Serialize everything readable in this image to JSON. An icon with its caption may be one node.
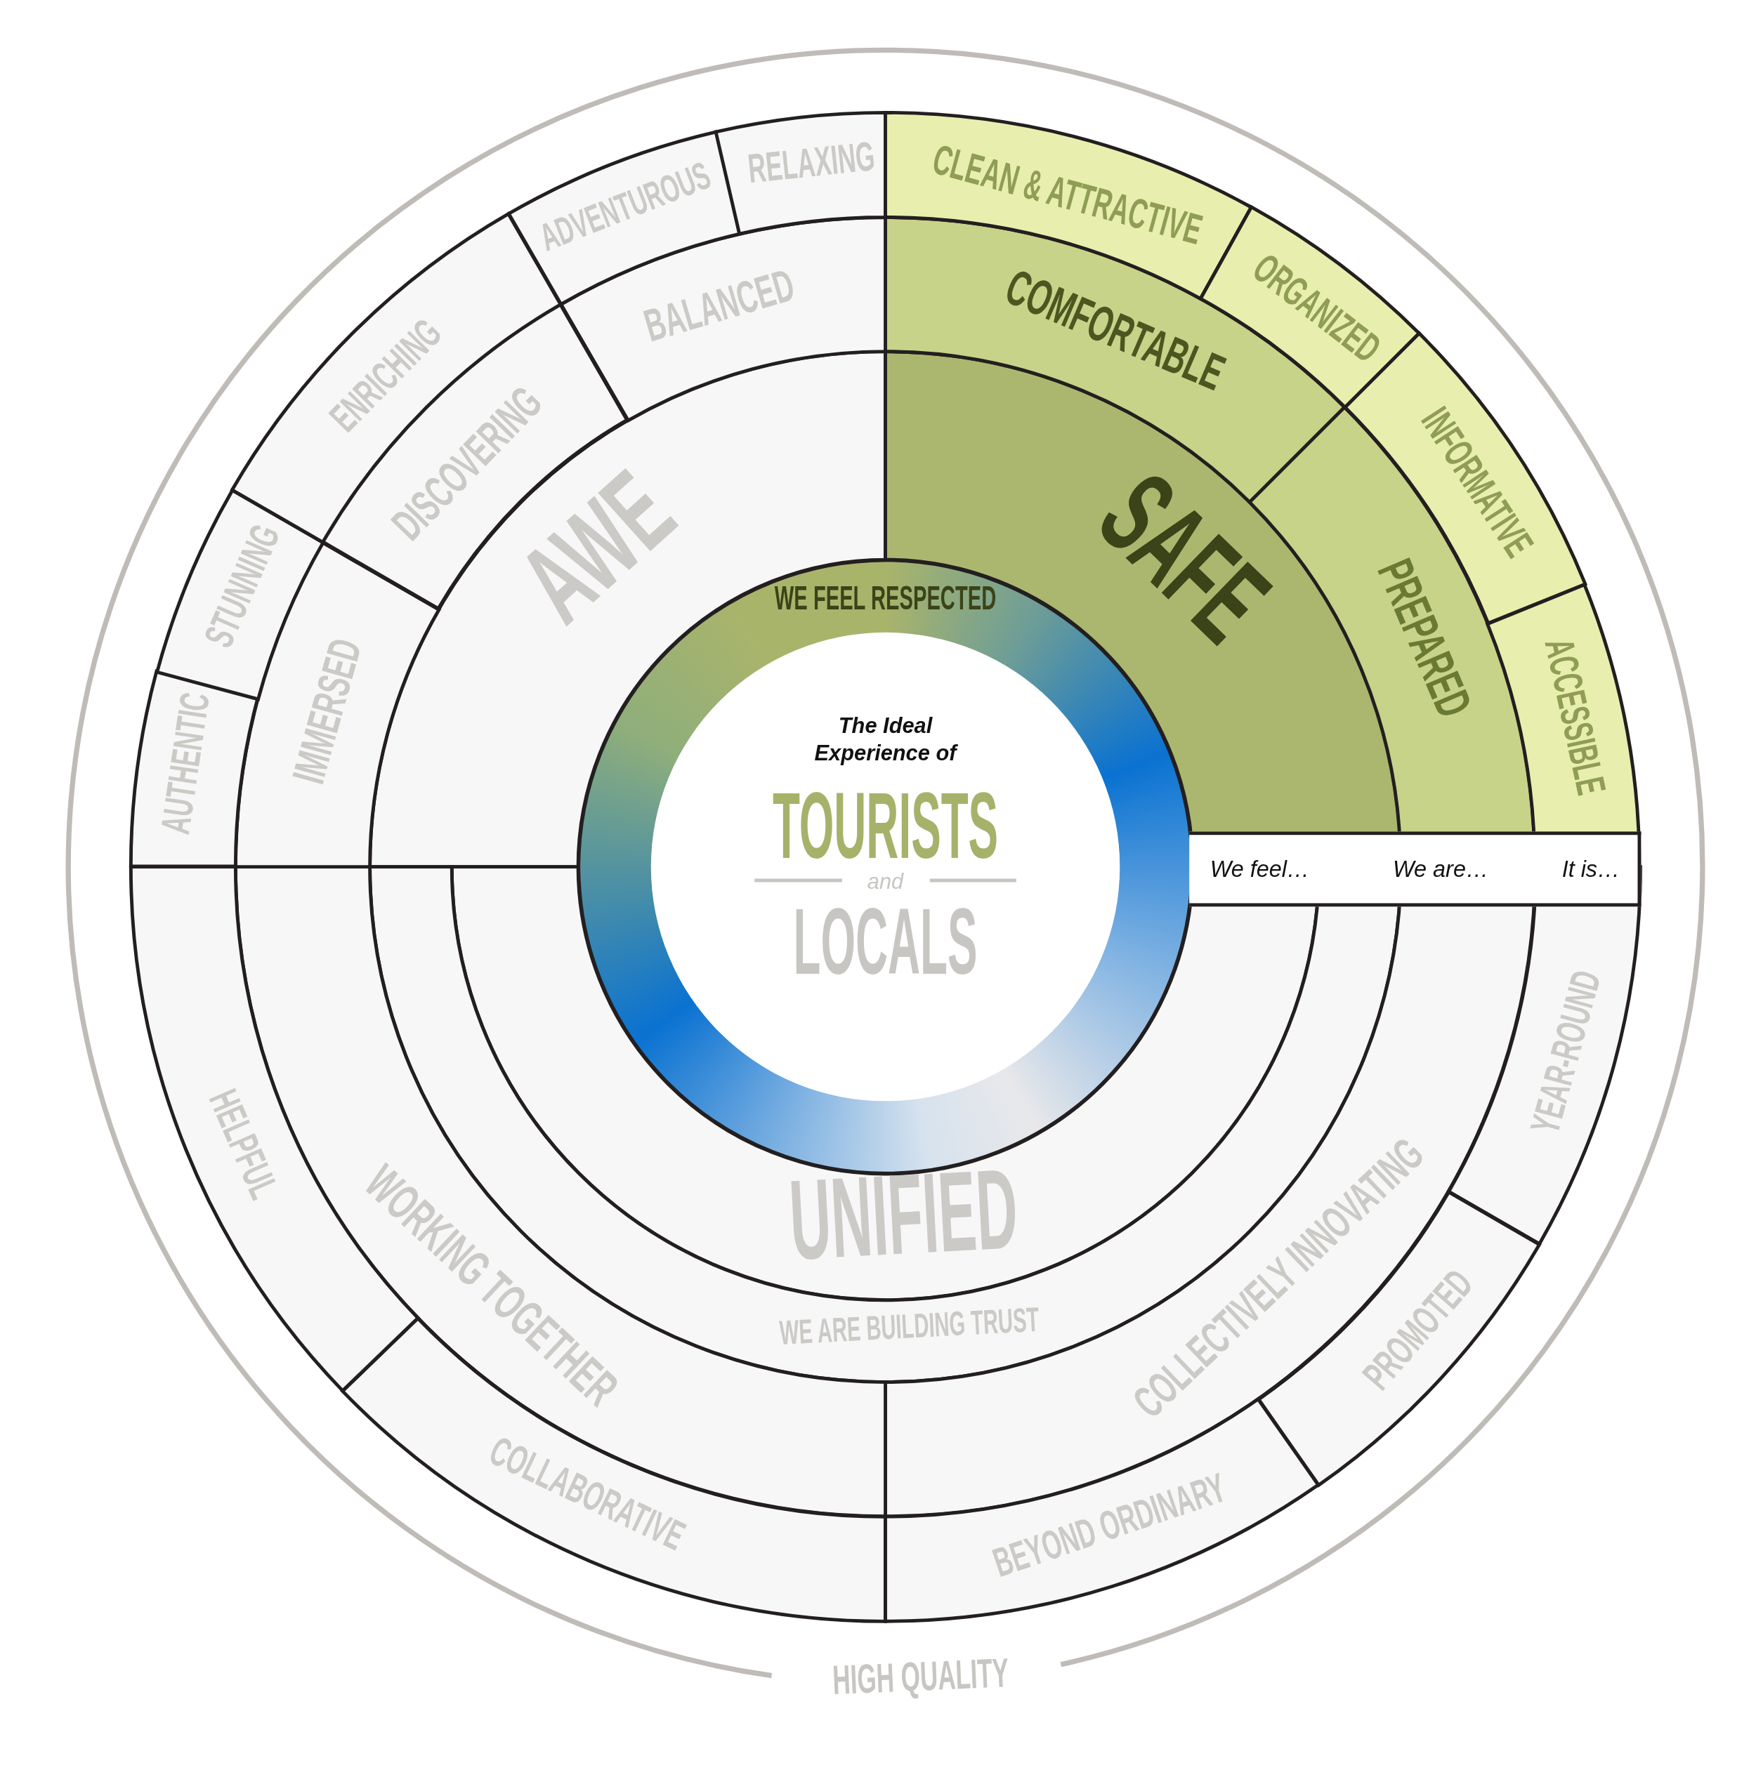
{
  "diagram": {
    "nodes": [
      {
        "text": [
          "The Ideal Experience of",
          "TOURISTS",
          "and",
          "LOCALS"
        ],
        "in": 1
      },
      {
        "text": [
          "WE FEEL RESPECTED"
        ]
      },
      {
        "text": [
          "AWE"
        ]
      },
      {
        "text": [
          "SAFE"
        ]
      },
      {
        "text": [
          "UNIFIED"
        ]
      },
      {
        "text": [
          "WE ARE BUILDING TRUST"
        ]
      },
      {
        "text": [
          "IMMERSED"
        ]
      },
      {
        "text": [
          "DISCOVERING"
        ]
      },
      {
        "text": [
          "BALANCED"
        ]
      },
      {
        "text": [
          "COMFORTABLE"
        ]
      },
      {
        "text": [
          "PREPARED"
        ]
      },
      {
        "text": [
          "COLLECTIVELY INNOVATING"
        ]
      },
      {
        "text": [
          "WORKING TOGETHER"
        ]
      },
      {
        "text": [
          "AUTHENTIC"
        ]
      },
      {
        "text": [
          "STUNNING"
        ]
      },
      {
        "text": [
          "ENRICHING"
        ]
      },
      {
        "text": [
          "ADVENTUROUS"
        ]
      },
      {
        "text": [
          "RELAXING"
        ]
      },
      {
        "text": [
          "CLEAN & ATTRACTIVE"
        ]
      },
      {
        "text": [
          "ORGANIZED"
        ]
      },
      {
        "text": [
          "INFORMATIVE"
        ]
      },
      {
        "text": [
          "ACCESSIBLE"
        ]
      },
      {
        "text": [
          "YEAR-ROUND"
        ]
      },
      {
        "text": [
          "PROMOTED"
        ]
      },
      {
        "text": [
          "BEYOND ORDINARY"
        ]
      },
      {
        "text": [
          "COLLABORATIVE"
        ]
      },
      {
        "text": [
          "HELPFUL"
        ]
      },
      {
        "text": [
          "We feel…",
          "We are…",
          "It is…"
        ]
      }
    ],
    "labels": [
      "HIGH QUALITY"
    ]
  }
}
